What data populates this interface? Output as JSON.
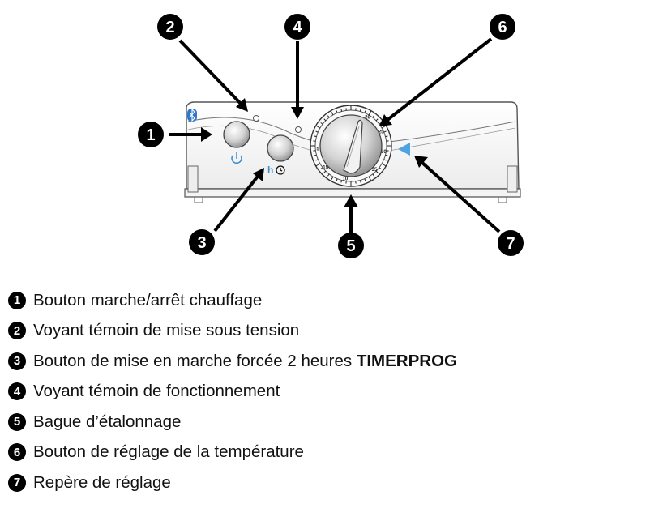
{
  "callouts": [
    "1",
    "2",
    "3",
    "4",
    "5",
    "6",
    "7"
  ],
  "device": {
    "icon": "bluetooth-icon",
    "button_icons": [
      "power-icon",
      "timer-icon"
    ],
    "timer_label": "h",
    "scale_ticks": [
      "20",
      "25",
      "30",
      "35",
      "10",
      "15",
      "5"
    ],
    "colors": {
      "marker": "#4fa3e0",
      "icons": "#3a8fd0"
    }
  },
  "legend": [
    {
      "num": "1",
      "text": "Bouton marche/arrêt chauffage",
      "bold": ""
    },
    {
      "num": "2",
      "text": "Voyant témoin de mise sous tension",
      "bold": ""
    },
    {
      "num": "3",
      "text": "Bouton de mise en marche forcée 2 heures ",
      "bold": "TIMERPROG"
    },
    {
      "num": "4",
      "text": "Voyant témoin de fonctionnement",
      "bold": ""
    },
    {
      "num": "5",
      "text": "Bague d’étalonnage",
      "bold": ""
    },
    {
      "num": "6",
      "text": "Bouton de réglage de la température",
      "bold": ""
    },
    {
      "num": "7",
      "text": "Repère de réglage",
      "bold": ""
    }
  ]
}
